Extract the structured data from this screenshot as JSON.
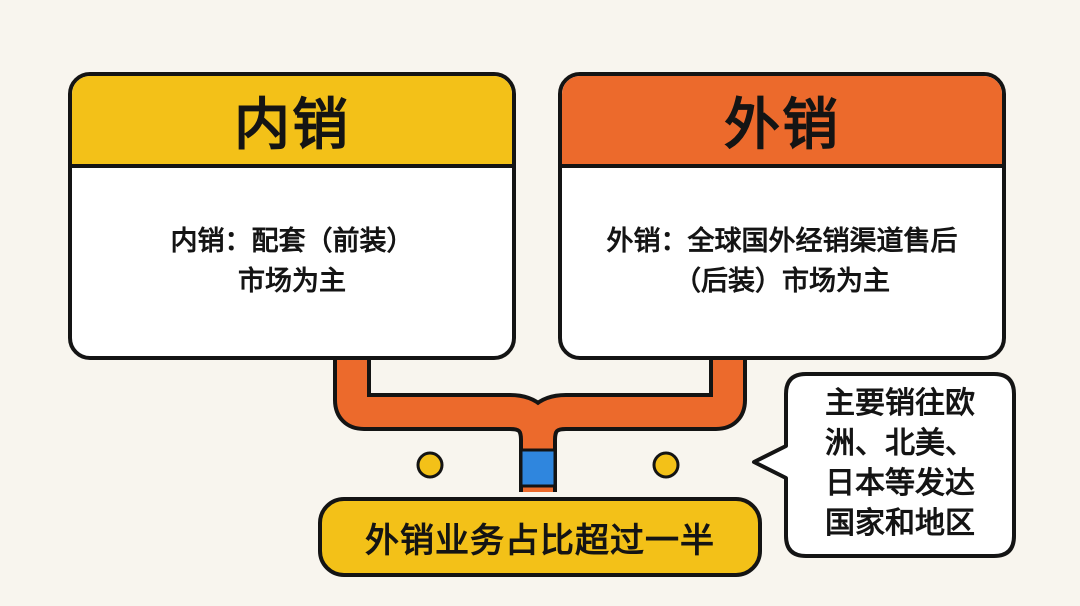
{
  "left_card": {
    "title": "内销",
    "line1": "内销：配套（前装）",
    "line2": "市场为主"
  },
  "right_card": {
    "title": "外销",
    "line1": "外销：全球国外经销渠道售后",
    "line2": "（后装）市场为主"
  },
  "summary": {
    "text": "外销业务占比超过一半"
  },
  "callout": {
    "lines": [
      "主要销往欧",
      "洲、北美、",
      "日本等发达",
      "国家和地区"
    ]
  },
  "colors": {
    "yellow": "#f3c118",
    "orange": "#ec6a2c",
    "blue": "#2f86de",
    "outline": "#141414",
    "background": "#f8f5ee"
  }
}
